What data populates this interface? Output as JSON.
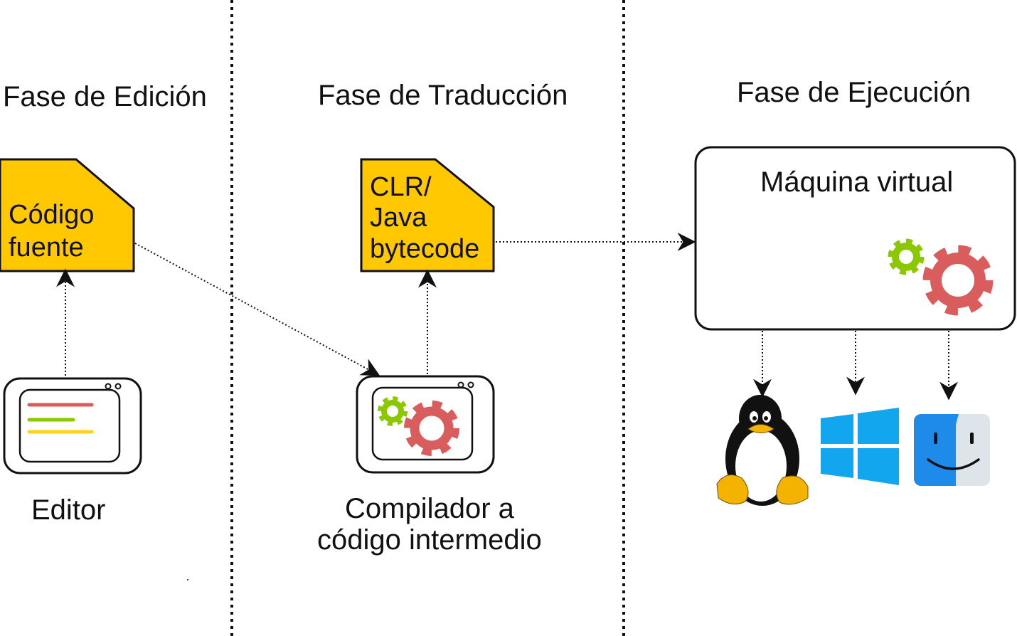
{
  "phases": {
    "edition": "Fase de Edición",
    "translation": "Fase de Traducción",
    "execution": "Fase de Ejecución"
  },
  "source_doc": {
    "line1": "Código",
    "line2": "fuente"
  },
  "bytecode_doc": {
    "line1": "CLR/",
    "line2": "Java",
    "line3": "bytecode"
  },
  "editor": {
    "label": "Editor"
  },
  "compiler": {
    "line1": "Compilador a",
    "line2": "código intermedio"
  },
  "vm": {
    "title": "Máquina virtual"
  },
  "platforms": [
    "linux-icon",
    "windows-icon",
    "macos-finder-icon"
  ],
  "colors": {
    "doc_fill": "#FFC800",
    "gear_large": "#D95D5D",
    "gear_small": "#8CC800",
    "editor_line_red": "#D95D5D",
    "editor_line_green": "#8CC800",
    "editor_line_yellow": "#FFD21E"
  }
}
